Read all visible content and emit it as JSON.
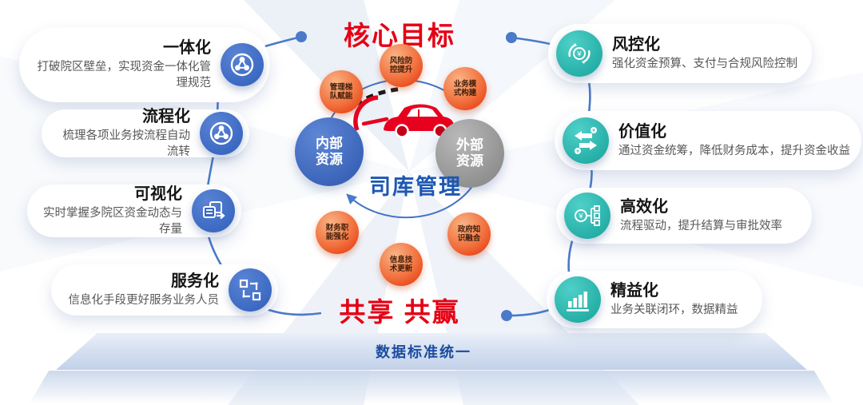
{
  "header": {
    "core_goal": "核心目标"
  },
  "footer": {
    "slogan": "共享 共赢",
    "platform_label": "数据标准统一"
  },
  "center": {
    "left_circle": "内部资源",
    "right_circle": "外部资源",
    "caption": "司库管理",
    "bubbles": [
      "风险防控提升",
      "业务模式构建",
      "管理梯队赋能",
      "财务职能强化",
      "信息技术更新",
      "政府知识融合"
    ]
  },
  "left_items": [
    {
      "title": "一体化",
      "desc": "打破院区壁垒，实现资金一体化管理规范",
      "icon": "network-icon"
    },
    {
      "title": "流程化",
      "desc": "梳理各项业务按流程自动流转",
      "icon": "network-icon"
    },
    {
      "title": "可视化",
      "desc": "实时掌握多院区资金动态与存量",
      "icon": "document-transfer-icon"
    },
    {
      "title": "服务化",
      "desc": "信息化手段更好服务业务人员",
      "icon": "nodes-link-icon"
    }
  ],
  "right_items": [
    {
      "title": "风控化",
      "desc": "强化资金预算、支付与合规风险控制",
      "icon": "coin-refresh-icon"
    },
    {
      "title": "价值化",
      "desc": "通过资金统筹，降低财务成本，提升资金收益",
      "icon": "exchange-arrows-icon"
    },
    {
      "title": "高效化",
      "desc": "流程驱动，提升结算与审批效率",
      "icon": "coin-flow-icon"
    },
    {
      "title": "精益化",
      "desc": "业务关联闭环，数据精益",
      "icon": "bar-chart-icon"
    }
  ],
  "colors": {
    "accent_red": "#e50113",
    "primary_blue": "#3a68c2",
    "caption_blue": "#1d57b3",
    "platform_blue": "#1b4c9e",
    "teal": "#2cb8b0",
    "line_blue": "#4a7ac9",
    "gray_circle": "#8f8f8f",
    "bubble_orange": "#e63c12"
  }
}
